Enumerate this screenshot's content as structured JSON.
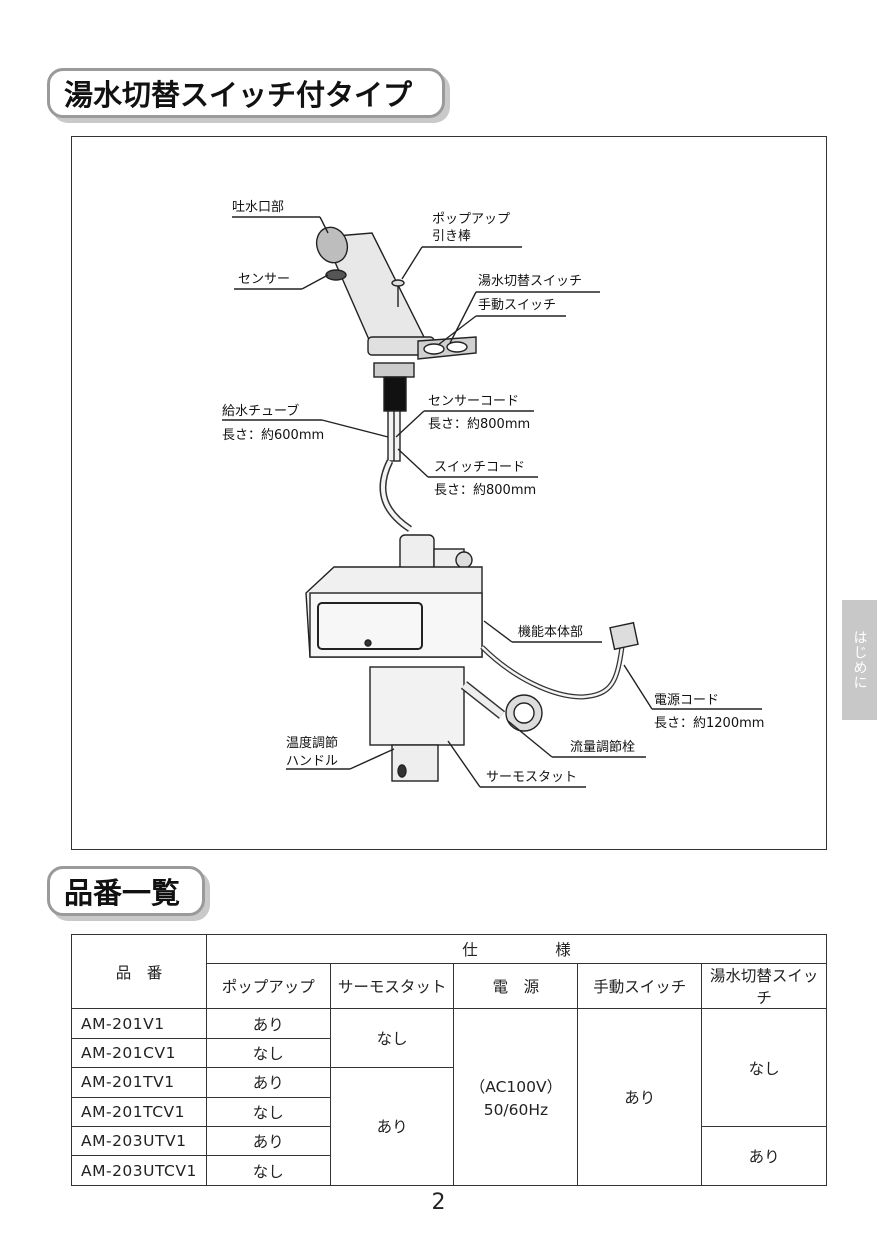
{
  "titles": {
    "section1": "湯水切替スイッチ付タイプ",
    "section2": "品番一覧"
  },
  "diagram": {
    "labels": {
      "spout": "吐水口部",
      "popup_rod_1": "ポップアップ",
      "popup_rod_2": "引き棒",
      "hot_cold_switch": "湯水切替スイッチ",
      "manual_switch": "手動スイッチ",
      "sensor": "センサー",
      "supply_tube": "給水チューブ",
      "supply_tube_len": "長さ：約600mm",
      "sensor_cord": "センサーコード",
      "sensor_cord_len": "長さ：約800mm",
      "switch_cord": "スイッチコード",
      "switch_cord_len": "長さ：約800mm",
      "main_unit": "機能本体部",
      "power_cord": "電源コード",
      "power_cord_len": "長さ：約1200mm",
      "temp_handle_1": "温度調節",
      "temp_handle_2": "ハンドル",
      "flow_valve": "流量調節栓",
      "thermostat": "サーモスタット"
    }
  },
  "side_tab": "はじめに",
  "table": {
    "header": {
      "model": "品　番",
      "spec": "仕　　　　　様",
      "popup": "ポップアップ",
      "thermostat": "サーモスタット",
      "power": "電　源",
      "manual_switch": "手動スイッチ",
      "hot_cold_switch": "湯水切替スイッチ"
    },
    "rows": [
      {
        "model": "AM-201V1",
        "popup": "あり"
      },
      {
        "model": "AM-201CV1",
        "popup": "なし"
      },
      {
        "model": "AM-201TV1",
        "popup": "あり"
      },
      {
        "model": "AM-201TCV1",
        "popup": "なし"
      },
      {
        "model": "AM-203UTV1",
        "popup": "あり"
      },
      {
        "model": "AM-203UTCV1",
        "popup": "なし"
      }
    ],
    "merged": {
      "thermo_none": "なし",
      "thermo_yes": "あり",
      "power_1": "（AC100V）",
      "power_2": "50/60Hz",
      "manual_yes": "あり",
      "switch_none": "なし",
      "switch_yes": "あり"
    }
  },
  "page_number": "2"
}
